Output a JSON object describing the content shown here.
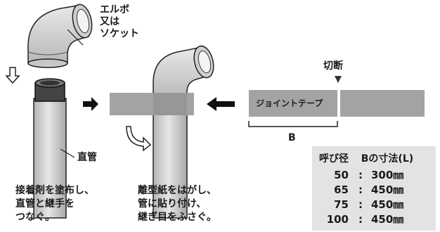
{
  "labels": {
    "elbow_line1": "エルボ",
    "elbow_line2": "又は",
    "elbow_line3": "ソケット",
    "straight_pipe": "直管",
    "cut": "切断",
    "tape": "ジョイントテープ",
    "b": "B"
  },
  "captions": {
    "step1": [
      "接着剤を塗布し、",
      "直管と継手を",
      "つなぐ。"
    ],
    "step2": [
      "離型紙をはがし、",
      "管に貼り付け、",
      "継ぎ目をふさぐ。"
    ]
  },
  "table": {
    "header_left": "呼び径",
    "header_right": "Bの寸法(L)",
    "rows": [
      {
        "size": "50",
        "sep": ":",
        "length": "300㎜"
      },
      {
        "size": "65",
        "sep": ":",
        "length": "450㎜"
      },
      {
        "size": "75",
        "sep": ":",
        "length": "450㎜"
      },
      {
        "size": "100",
        "sep": ":",
        "length": "450㎜"
      }
    ]
  },
  "colors": {
    "pipe": "#d6d6d6",
    "pipe_shadow": "#9a9a9a",
    "tape": "#a3a3a3",
    "box": "#e3e3e3"
  }
}
